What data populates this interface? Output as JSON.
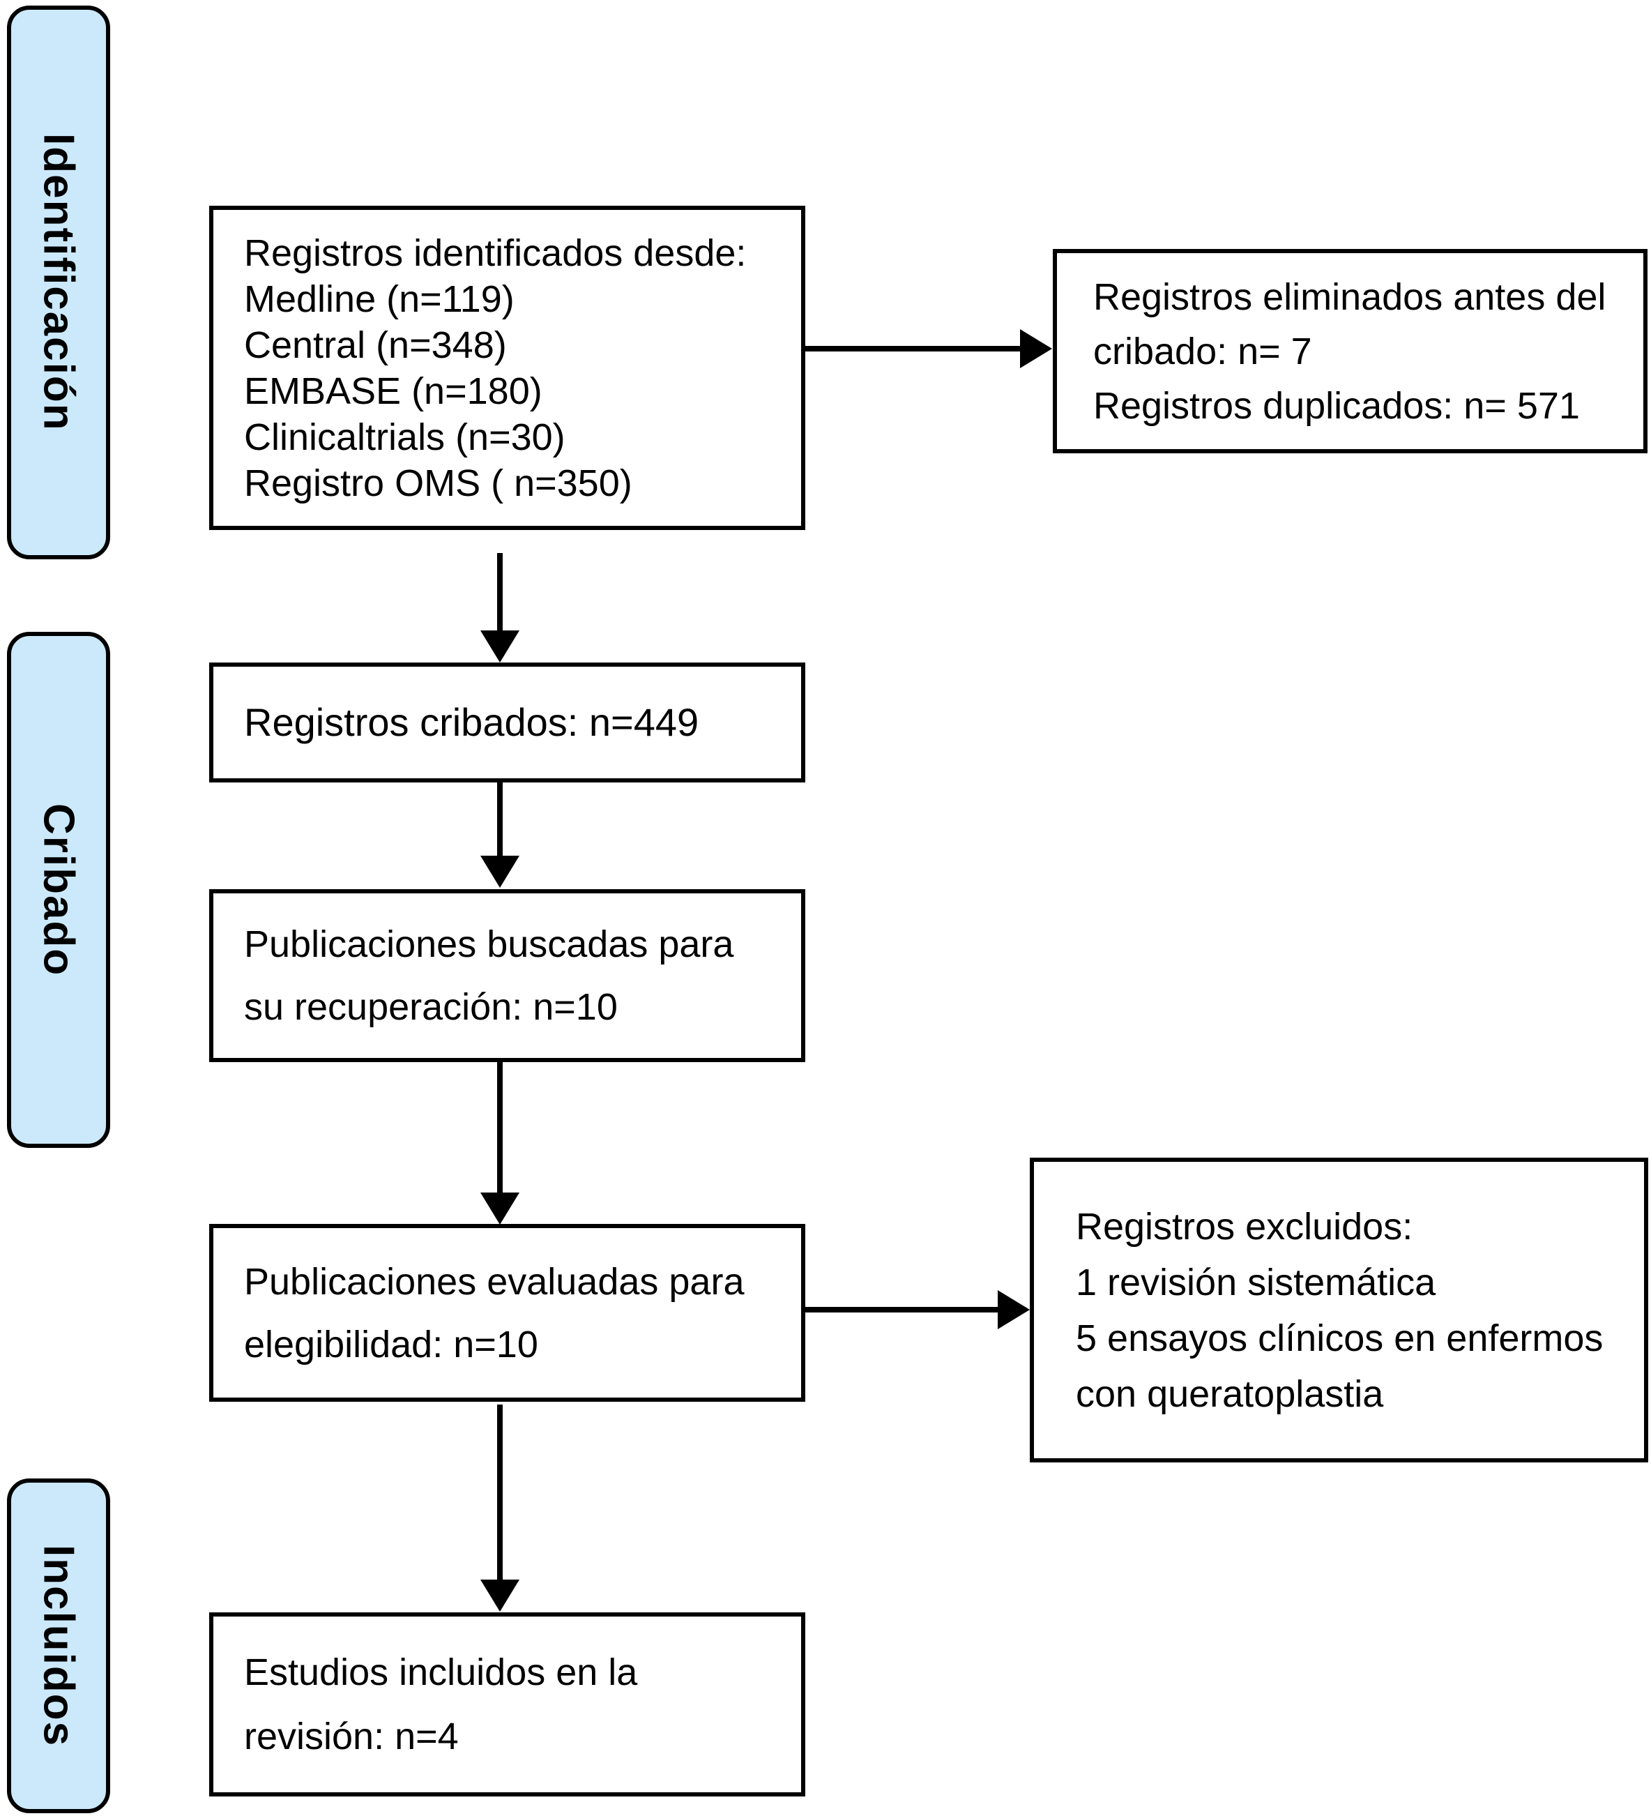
{
  "colors": {
    "stage_fill": "#cce9fb",
    "border": "#000000",
    "background": "#ffffff",
    "text": "#000000"
  },
  "stages": [
    {
      "label": "Identificación"
    },
    {
      "label": "Cribado"
    },
    {
      "label": "Incluidos"
    }
  ],
  "boxes": {
    "identified": {
      "lines": [
        "Registros identificados desde:",
        "Medline (n=119)",
        "Central (n=348)",
        "EMBASE (n=180)",
        "Clinicaltrials (n=30)",
        "Registro OMS ( n=350)"
      ]
    },
    "removed": {
      "lines": [
        "Registros eliminados antes del",
        "cribado: n= 7",
        "Registros duplicados: n= 571"
      ]
    },
    "screened": {
      "lines": [
        "Registros cribados: n=449"
      ]
    },
    "sought": {
      "lines": [
        "Publicaciones buscadas para",
        "su recuperación: n=10"
      ]
    },
    "assessed": {
      "lines": [
        "Publicaciones evaluadas para",
        "elegibilidad: n=10"
      ]
    },
    "excluded": {
      "lines": [
        "Registros excluidos:",
        "1 revisión sistemática",
        "5 ensayos clínicos en enfermos",
        "con queratoplastia"
      ]
    },
    "included": {
      "lines": [
        "Estudios incluidos en la",
        "revisión: n=4"
      ]
    }
  }
}
